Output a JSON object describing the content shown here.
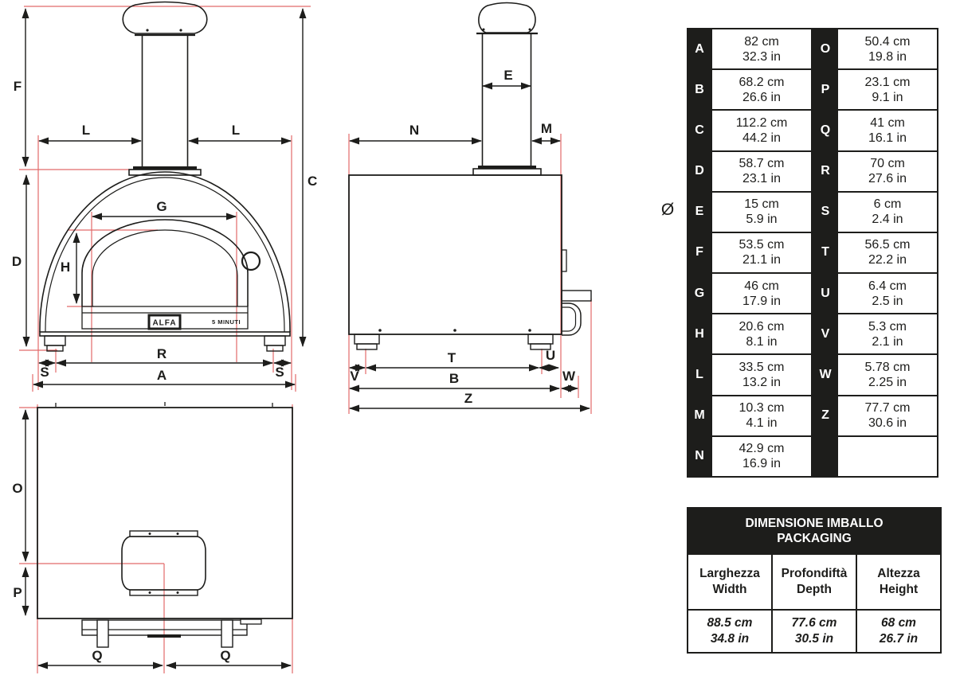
{
  "diagram": {
    "brand_label": "ALFA",
    "model_label": "5 MINUTI",
    "diameter_symbol": "Ø",
    "front_labels": {
      "f": "F",
      "l_left": "L",
      "l_right": "L",
      "c": "C",
      "d": "D",
      "g": "G",
      "h": "H",
      "r": "R",
      "s_left": "S",
      "s_right": "S",
      "a": "A"
    },
    "side_labels": {
      "e": "E",
      "n": "N",
      "m": "M",
      "t": "T",
      "u": "U",
      "v": "V",
      "b": "B",
      "w": "W",
      "z": "Z"
    },
    "top_labels": {
      "o": "O",
      "p": "P",
      "q_left": "Q",
      "q_right": "Q"
    }
  },
  "colors": {
    "line_black": "#1d1d1b",
    "dimension_red": "#e26a6a"
  },
  "dimension_table": {
    "left_rows": [
      {
        "letter": "A",
        "cm": "82 cm",
        "in": "32.3 in"
      },
      {
        "letter": "B",
        "cm": "68.2 cm",
        "in": "26.6 in"
      },
      {
        "letter": "C",
        "cm": "112.2 cm",
        "in": "44.2 in"
      },
      {
        "letter": "D",
        "cm": "58.7 cm",
        "in": "23.1 in"
      },
      {
        "letter": "E",
        "cm": "15 cm",
        "in": "5.9 in"
      },
      {
        "letter": "F",
        "cm": "53.5 cm",
        "in": "21.1 in"
      },
      {
        "letter": "G",
        "cm": "46 cm",
        "in": "17.9 in"
      },
      {
        "letter": "H",
        "cm": "20.6 cm",
        "in": "8.1 in"
      },
      {
        "letter": "L",
        "cm": "33.5 cm",
        "in": "13.2 in"
      },
      {
        "letter": "M",
        "cm": "10.3 cm",
        "in": "4.1 in"
      },
      {
        "letter": "N",
        "cm": "42.9 cm",
        "in": "16.9 in"
      }
    ],
    "right_rows": [
      {
        "letter": "O",
        "cm": "50.4 cm",
        "in": "19.8 in"
      },
      {
        "letter": "P",
        "cm": "23.1 cm",
        "in": "9.1 in"
      },
      {
        "letter": "Q",
        "cm": "41 cm",
        "in": "16.1 in"
      },
      {
        "letter": "R",
        "cm": "70 cm",
        "in": "27.6 in"
      },
      {
        "letter": "S",
        "cm": "6 cm",
        "in": "2.4 in"
      },
      {
        "letter": "T",
        "cm": "56.5 cm",
        "in": "22.2 in"
      },
      {
        "letter": "U",
        "cm": "6.4 cm",
        "in": "2.5 in"
      },
      {
        "letter": "V",
        "cm": "5.3 cm",
        "in": "2.1 in"
      },
      {
        "letter": "W",
        "cm": "5.78 cm",
        "in": "2.25 in"
      },
      {
        "letter": "Z",
        "cm": "77.7 cm",
        "in": "30.6 in"
      },
      {
        "letter": "",
        "cm": "",
        "in": ""
      }
    ]
  },
  "packaging_table": {
    "title_line1": "DIMENSIONE IMBALLO",
    "title_line2": "PACKAGING",
    "columns": [
      {
        "label_primary": "Larghezza",
        "label_secondary": "Width",
        "cm": "88.5 cm",
        "in": "34.8 in"
      },
      {
        "label_primary": "Profondiftà",
        "label_secondary": "Depth",
        "cm": "77.6 cm",
        "in": "30.5 in"
      },
      {
        "label_primary": "Altezza",
        "label_secondary": "Height",
        "cm": "68 cm",
        "in": "26.7 in"
      }
    ]
  }
}
